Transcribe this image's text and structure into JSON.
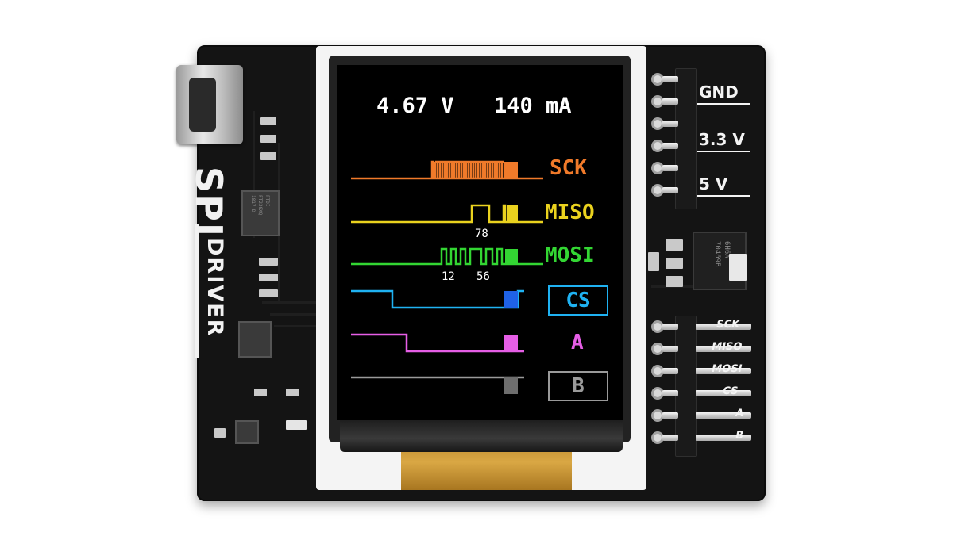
{
  "board": {
    "logo_spi": "SPI",
    "logo_driver": "DRIVER"
  },
  "screen": {
    "voltage": "4.67 V",
    "current": "140 mA",
    "signals": [
      {
        "label": "SCK",
        "color": "#f07a2a",
        "boxed": false
      },
      {
        "label": "MISO",
        "color": "#ead21e",
        "boxed": false
      },
      {
        "label": "MOSI",
        "color": "#33d633",
        "boxed": false
      },
      {
        "label": "CS",
        "color": "#1fb2f2",
        "boxed": true
      },
      {
        "label": "A",
        "color": "#e65ee6",
        "boxed": false
      },
      {
        "label": "B",
        "color": "#9a9a9a",
        "boxed": true
      }
    ],
    "miso_byte": "78",
    "mosi_bytes": [
      "12",
      "56"
    ]
  },
  "header_power": {
    "labels": [
      "GND",
      "3.3 V",
      "5 V"
    ]
  },
  "header_signal": {
    "labels": [
      "SCK",
      "MISO",
      "MOSI",
      "CS",
      "A",
      "B"
    ]
  },
  "chips": {
    "ftdi_top": "FTDI",
    "ftdi_mid": "FT230XQ",
    "ftdi_bot": "1817-D",
    "reg_top": "6H6A",
    "reg_bot": "70469B"
  }
}
